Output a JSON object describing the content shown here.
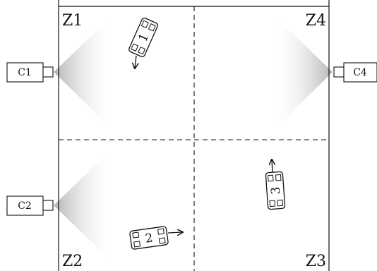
{
  "zones": [
    {
      "id": "z1",
      "label": "Z1"
    },
    {
      "id": "z2",
      "label": "Z2"
    },
    {
      "id": "z3",
      "label": "Z3"
    },
    {
      "id": "z4",
      "label": "Z4"
    }
  ],
  "cameras": [
    {
      "id": "c1",
      "label": "C1",
      "side": "left"
    },
    {
      "id": "c2",
      "label": "C2",
      "side": "left"
    },
    {
      "id": "c4",
      "label": "C4",
      "side": "right"
    }
  ],
  "robots": [
    {
      "id": "r1",
      "label": "1",
      "heading": "down"
    },
    {
      "id": "r2",
      "label": "2",
      "heading": "right"
    },
    {
      "id": "r3",
      "label": "3",
      "heading": "up"
    }
  ],
  "colors": {
    "line": "#111111",
    "fov": "#bdbdbd",
    "background": "#ffffff"
  }
}
